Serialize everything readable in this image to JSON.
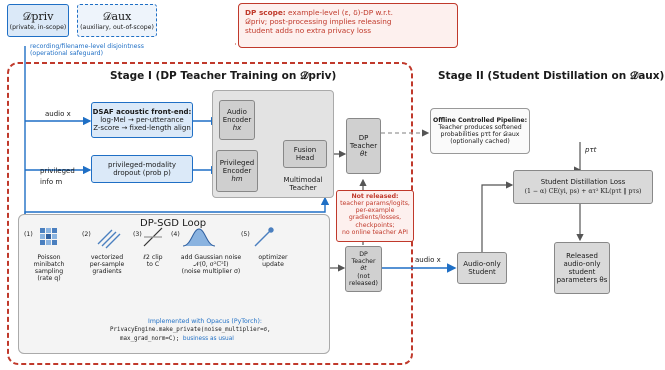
{
  "datasets": {
    "priv": {
      "name": "𝒟priv",
      "desc": "(private, in-scope)"
    },
    "aux": {
      "name": "𝒟aux",
      "desc": "(auxiliary, out-of-scope)"
    },
    "disjoint_note": [
      "recording/filename-level disjointness",
      "(operational safeguard)"
    ]
  },
  "dp_scope": {
    "title": "DP scope:",
    "lines": [
      "example-level (ε, δ)-DP w.r.t.",
      "𝒟priv; post-processing implies releasing",
      "student adds no extra privacy loss"
    ]
  },
  "stage1": {
    "title": "Stage I (DP Teacher Training on 𝒟priv)"
  },
  "stage2": {
    "title": "Stage II (Student Distillation on 𝒟aux)"
  },
  "inputs": {
    "audio": "audio x",
    "priv_line1": "privileged",
    "priv_line2": "info m"
  },
  "dsaf": {
    "title": "DSAF acoustic front-end:",
    "lines": [
      "log-Mel → per-utterance",
      "Z-score → fixed-length align"
    ]
  },
  "dropout": {
    "lines": [
      "privileged-modality",
      "dropout (prob p)"
    ]
  },
  "encoders": {
    "audio": [
      "Audio",
      "Encoder",
      "hx"
    ],
    "priv": [
      "Privileged",
      "Encoder",
      "hm"
    ]
  },
  "fusion": [
    "Fusion",
    "Head"
  ],
  "teacher_label": [
    "Multimodal",
    "Teacher"
  ],
  "dp_teacher_top": [
    "DP",
    "Teacher",
    "θt"
  ],
  "pipeline": {
    "title": "Offline Controlled Pipeline:",
    "lines": [
      "Teacher produces softened",
      "probabilities pτt for 𝒟aux",
      "(optionally cached)"
    ]
  },
  "p_label": "pτt",
  "loss": {
    "title": "Student Distillation Loss",
    "formula": "(1 − α) CE(yi, ps) + ατ² KL(pτt ‖ pτs)"
  },
  "not_released": {
    "title": "Not released:",
    "lines": [
      "teacher params/logits,",
      "per-example",
      "gradients/losses,",
      "checkpoints;",
      "no online teacher API"
    ]
  },
  "dpsgd": {
    "title": "DP-SGD Loop",
    "steps": [
      {
        "num": "(1)",
        "lines": [
          "Poisson",
          "minibatch",
          "sampling",
          "(rate q)"
        ]
      },
      {
        "num": "(2)",
        "lines": [
          "vectorized",
          "per-sample",
          "gradients"
        ]
      },
      {
        "num": "(3)",
        "lines": [
          "ℓ2 clip",
          "to C"
        ]
      },
      {
        "num": "(4)",
        "lines": [
          "add Gaussian noise",
          "𝒩(0, σ²C²I)",
          "(noise multiplier σ)"
        ]
      },
      {
        "num": "(5)",
        "lines": [
          "optimizer",
          "update"
        ]
      }
    ],
    "impl": "Implemented with Opacus (PyTorch):",
    "code1": "PrivacyEngine.make_private(noise_multiplier=σ,",
    "code2": "max_grad_norm=C);",
    "code_suffix": "business as usual"
  },
  "dp_teacher_bottom": [
    "DP",
    "Teacher",
    "θt",
    "(not released)"
  ],
  "audio_out": "audio x",
  "student": [
    "Audio-only",
    "Student"
  ],
  "released": [
    "Released",
    "audio-only",
    "student",
    "parameters θs"
  ],
  "colors": {
    "blue": "#1f6fc5",
    "red": "#c0392b",
    "gray_box": "#d9d9d9",
    "light_blue": "#dbe9f8"
  }
}
